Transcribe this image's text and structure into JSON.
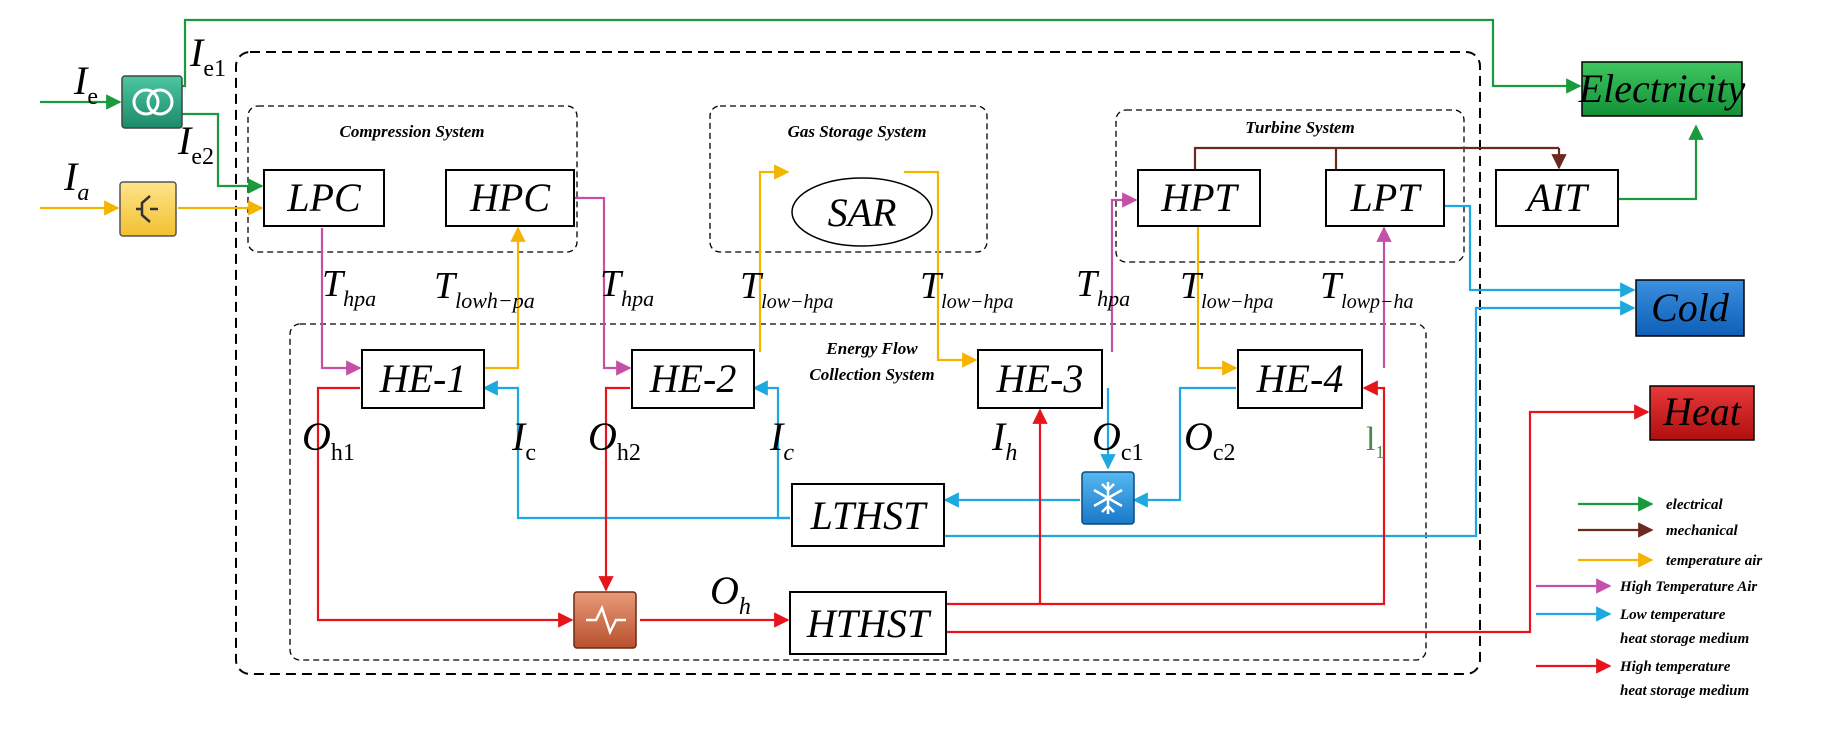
{
  "colors": {
    "electrical": "#1a9a3c",
    "mechanical": "#6b2a20",
    "temperature_air": "#f5b400",
    "high_temp_air": "#c450a8",
    "low_temp_medium": "#1ea8e0",
    "high_temp_medium": "#e8141c"
  },
  "systems": {
    "compression": "Compression System",
    "gas_storage": "Gas Storage System",
    "turbine": "Turbine System",
    "energy_flow_line1": "Energy Flow",
    "energy_flow_line2": "Collection System"
  },
  "blocks": {
    "lpc": "LPC",
    "hpc": "HPC",
    "sar": "SAR",
    "hpt": "HPT",
    "lpt": "LPT",
    "ait": "AIT",
    "he1": "HE-1",
    "he2": "HE-2",
    "he3": "HE-3",
    "he4": "HE-4",
    "lthst": "LTHST",
    "hthst": "HTHST"
  },
  "outputs": {
    "electricity": "Electricity",
    "cold": "Cold",
    "heat": "Heat"
  },
  "inputs": {
    "ie_main": "I",
    "ie_main_sub": "e",
    "ie1": "I",
    "ie1_sub": "e1",
    "ie2": "I",
    "ie2_sub": "e2",
    "ia": "I",
    "ia_sub": "a"
  },
  "flow_labels": {
    "t1": "T",
    "t1_sub": "hpa",
    "t2": "T",
    "t2_sub": "lowh−pa",
    "t3": "T",
    "t3_sub": "hpa",
    "t4": "T",
    "t4_sub": "low−hpa",
    "t5": "T",
    "t5_sub": "low−hpa",
    "t6": "T",
    "t6_sub": "hpa",
    "t7": "T",
    "t7_sub": "low−hpa",
    "t8": "T",
    "t8_sub": "lowp−ha",
    "oh1": "O",
    "oh1_sub": "h1",
    "ic1": "I",
    "ic1_sub": "c",
    "oh2": "O",
    "oh2_sub": "h2",
    "ic2": "I",
    "ic2_sub": "c",
    "ih": "I",
    "ih_sub": "h",
    "oc1": "O",
    "oc1_sub": "c1",
    "oc2": "O",
    "oc2_sub": "c2",
    "l1": "l",
    "l1_sub": "1",
    "oh": "O",
    "oh_sub": "h"
  },
  "legend": [
    {
      "label": "electrical",
      "color": "#1a9a3c"
    },
    {
      "label": "mechanical",
      "color": "#6b2a20"
    },
    {
      "label": "temperature air",
      "color": "#f5b400"
    },
    {
      "label": "High Temperature Air",
      "color": "#c450a8"
    },
    {
      "label": "Low temperature",
      "label2": "heat storage medium",
      "color": "#1ea8e0"
    },
    {
      "label": "High temperature",
      "label2": "heat storage medium",
      "color": "#e8141c"
    }
  ],
  "icons": [
    "transformer-icon",
    "air-input-icon",
    "heat-exchanger-icon",
    "chiller-icon"
  ]
}
